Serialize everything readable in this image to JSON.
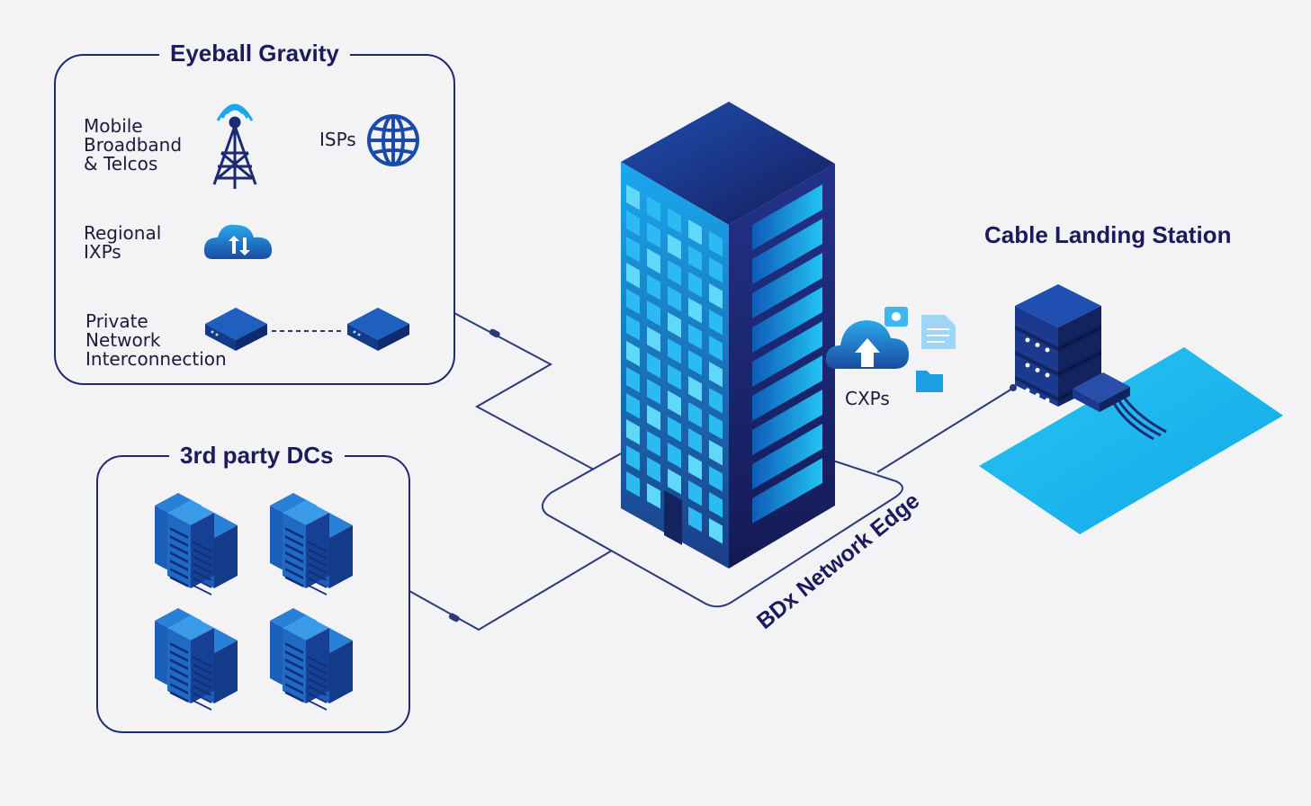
{
  "groups": {
    "eyeball": {
      "title": "Eyeball Gravity",
      "items": {
        "mobile": "Mobile\nBroadband\n& Telcos",
        "isps": "ISPs",
        "regional": "Regional\nIXPs",
        "private": "Private\nNetwork\nInterconnection"
      }
    },
    "third_party": {
      "title": "3rd party DCs"
    },
    "cable": {
      "title": "Cable Landing Station"
    },
    "center": {
      "edge_label": "BDx Network Edge",
      "cxps": "CXPs"
    }
  },
  "icons": {
    "mobile": "cell-tower-icon",
    "isps": "globe-icon",
    "regional": "cloud-updown-icon",
    "private": "network-device-icon",
    "dcs": "server-rack-icon",
    "cxps": "cloud-upload-icon",
    "building": "office-building-icon",
    "cable": "server-stack-icon"
  },
  "colors": {
    "navy": "#1a1a5c",
    "line": "#2a3a7c",
    "blue": "#1687d9",
    "cyan": "#1fb0ec",
    "background": "#f3f3f5"
  }
}
